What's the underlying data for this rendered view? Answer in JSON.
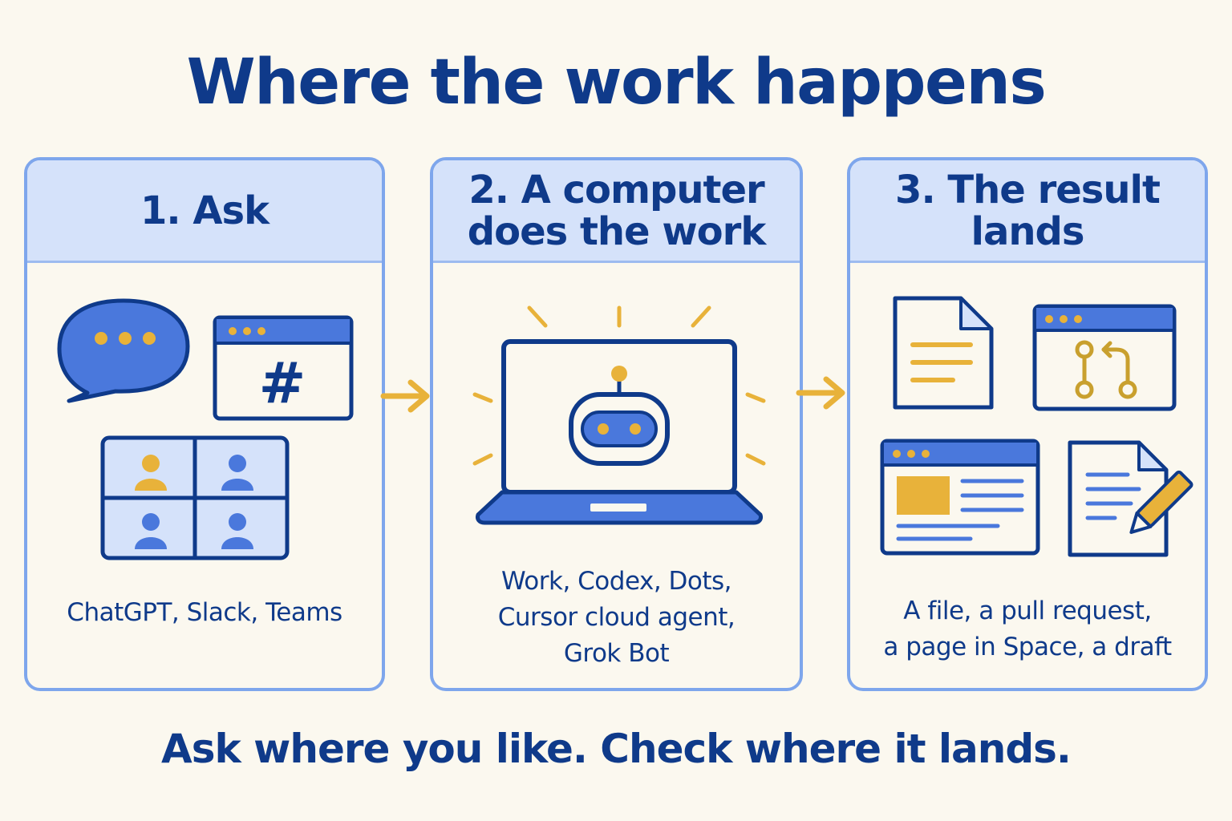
{
  "title": "Where the work happens",
  "panels": [
    {
      "heading": "1.  Ask",
      "caption_lines": [
        "ChatGPT, Slack, Teams"
      ],
      "icons": [
        "chat-bubble-icon",
        "hashtag-window-icon",
        "video-call-grid-icon"
      ]
    },
    {
      "heading_lines": [
        "2. A computer",
        "does the work"
      ],
      "caption_lines": [
        "Work, Codex, Dots,",
        "Cursor cloud agent,",
        "Grok Bot"
      ],
      "icons": [
        "laptop-robot-icon"
      ]
    },
    {
      "heading": "3. The result lands",
      "caption_lines": [
        "A file, a pull request,",
        "a page in Space, a draft"
      ],
      "icons": [
        "file-icon",
        "pull-request-window-icon",
        "web-page-icon",
        "draft-pencil-icon"
      ]
    }
  ],
  "footer": "Ask where you like. Check where it lands.",
  "colors": {
    "navy": "#0f3a8a",
    "accent_blue": "#4a78dc",
    "light_blue": "#d5e2fa",
    "gold": "#e8b23a",
    "background": "#fbf8ef"
  }
}
